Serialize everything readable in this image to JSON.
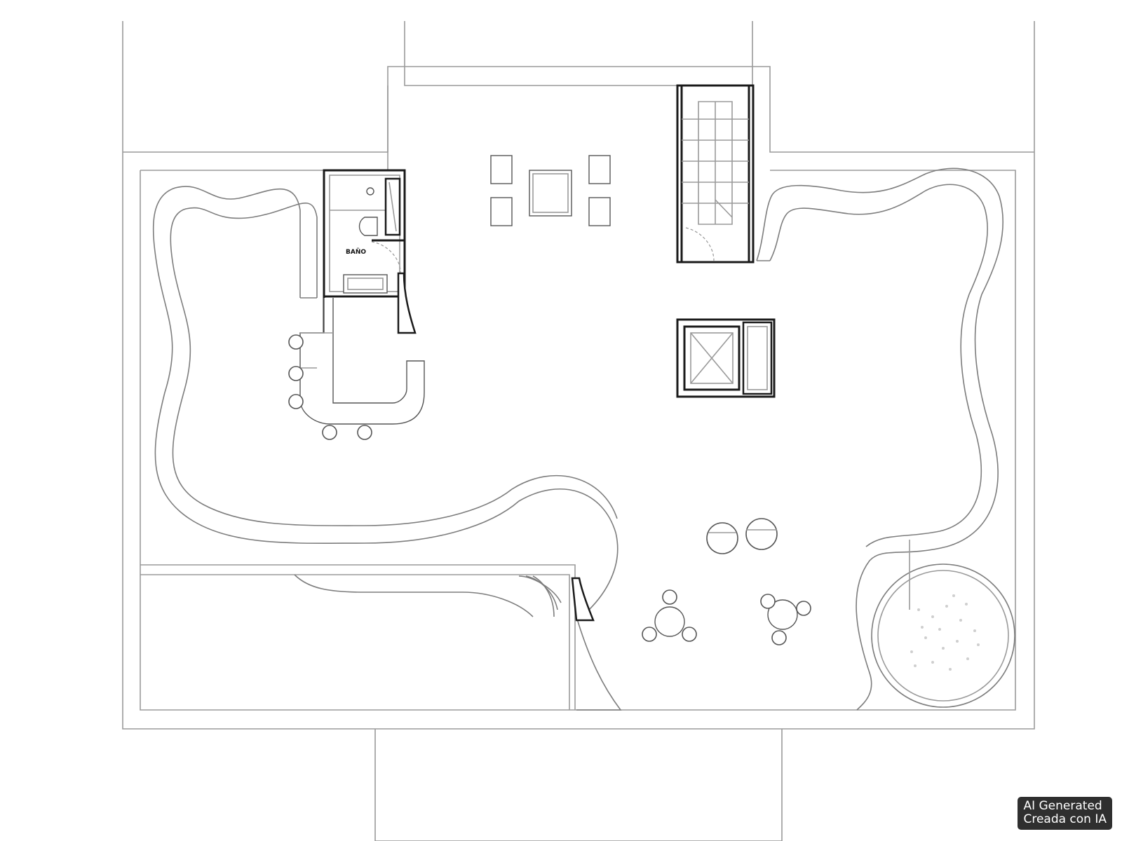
{
  "room_labels": {
    "bathroom": "BAÑO"
  },
  "watermark": {
    "line1": "AI Generated",
    "line2": "Creada con IA"
  },
  "colors": {
    "background": "#ffffff",
    "line": "#9a9a9a",
    "wall": "#1a1a1a",
    "badge_bg": "#2f2f2f",
    "badge_text": "#ffffff"
  },
  "icons": [
    "table-icon",
    "chair-icon",
    "stair-icon",
    "toilet-icon",
    "sink-icon",
    "shower-icon",
    "bathtub-icon",
    "planter-icon",
    "lounge-chair-icon"
  ]
}
